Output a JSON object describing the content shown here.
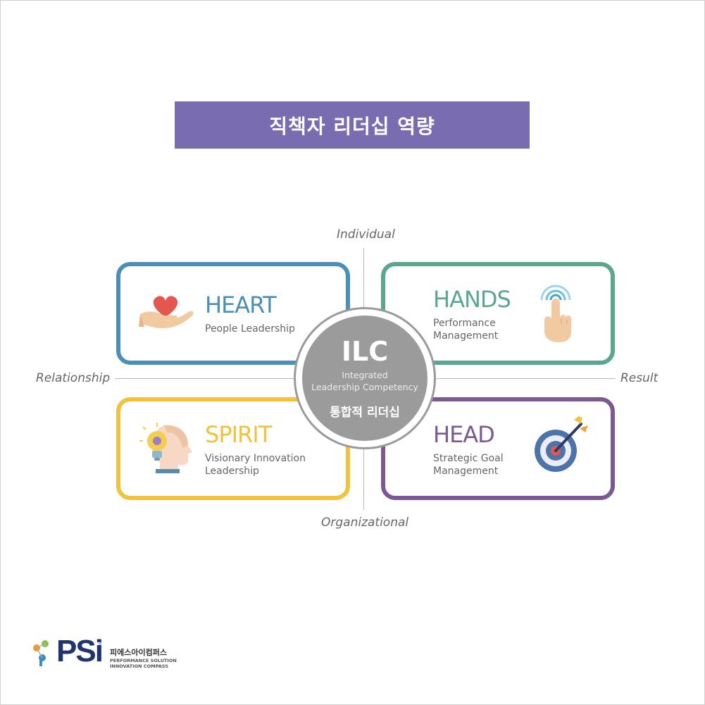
{
  "title": "직책자 리더십 역량",
  "axes": {
    "top": "Individual",
    "bottom": "Organizational",
    "left": "Relationship",
    "right": "Result"
  },
  "quadrants": {
    "heart": {
      "title": "HEART",
      "subtitle": [
        "People Leadership"
      ],
      "color": "#4a8fb6",
      "icon": "hand-heart-icon"
    },
    "hands": {
      "title": "HANDS",
      "subtitle": [
        "Performance",
        "Management"
      ],
      "color": "#5aa88c",
      "icon": "finger-touch-icon"
    },
    "spirit": {
      "title": "SPIRIT",
      "subtitle": [
        "Visionary Innovation",
        "Leadership"
      ],
      "color": "#f1c23e",
      "icon": "idea-head-icon"
    },
    "head": {
      "title": "HEAD",
      "subtitle": [
        "Strategic Goal",
        "Management"
      ],
      "color": "#7b5a94",
      "icon": "target-arrow-icon"
    }
  },
  "center": {
    "title": "ILC",
    "subtitle": [
      "Integrated",
      "Leadership Competency"
    ],
    "korean": "통합적 리더십"
  },
  "logo": {
    "brand": "PSi",
    "tag": "COMPASS",
    "korean": "피에스아이컴퍼스",
    "line1": "PERFORMANCE SOLUTION",
    "line2": "INNOVATION COMPASS"
  }
}
